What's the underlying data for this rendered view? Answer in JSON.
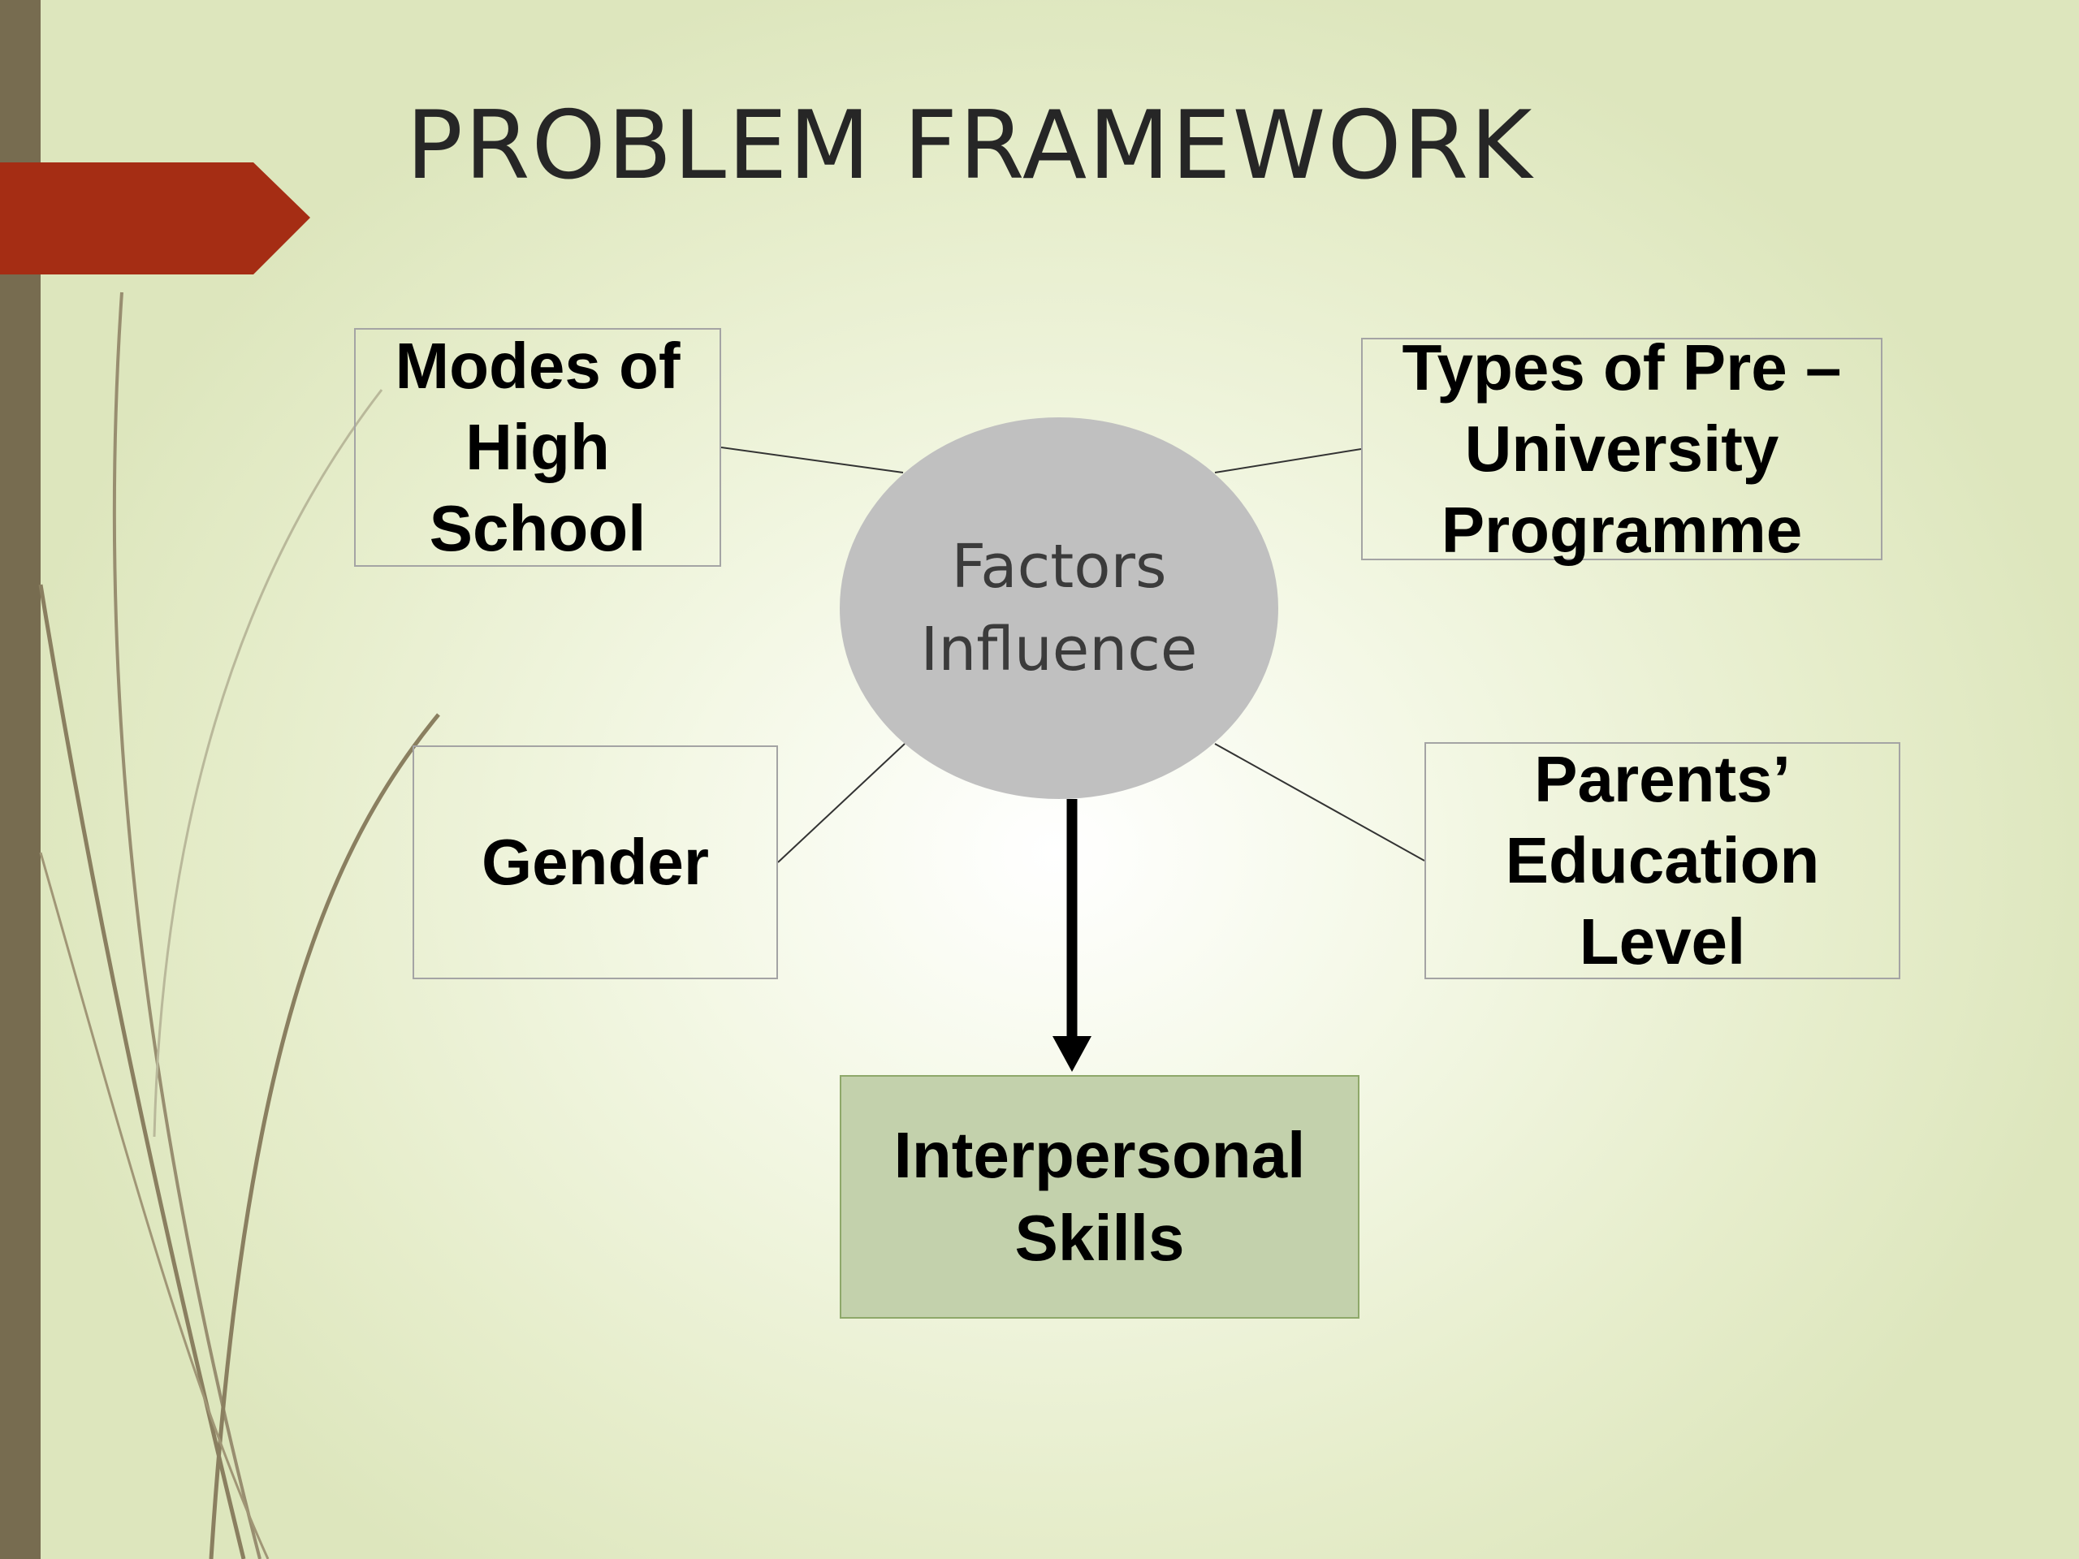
{
  "slide": {
    "title": "PROBLEM FRAMEWORK"
  },
  "diagram": {
    "hub": {
      "line1": "Factors",
      "line2": "Influence"
    },
    "factors": [
      {
        "id": "modes",
        "lines": [
          "Modes of",
          "High",
          "School"
        ]
      },
      {
        "id": "types",
        "lines": [
          "Types of Pre –",
          "University",
          "Programme"
        ]
      },
      {
        "id": "gender",
        "lines": [
          "Gender"
        ]
      },
      {
        "id": "parents",
        "lines": [
          "Parents’",
          "Education",
          "Level"
        ]
      }
    ],
    "outcome": {
      "lines": [
        "Interpersonal",
        "Skills"
      ]
    }
  },
  "colors": {
    "accent_arrow": "#a52d14",
    "side_bar": "#776c50",
    "hub_fill": "#c0c0c0",
    "outcome_fill": "#c3d1ac"
  }
}
